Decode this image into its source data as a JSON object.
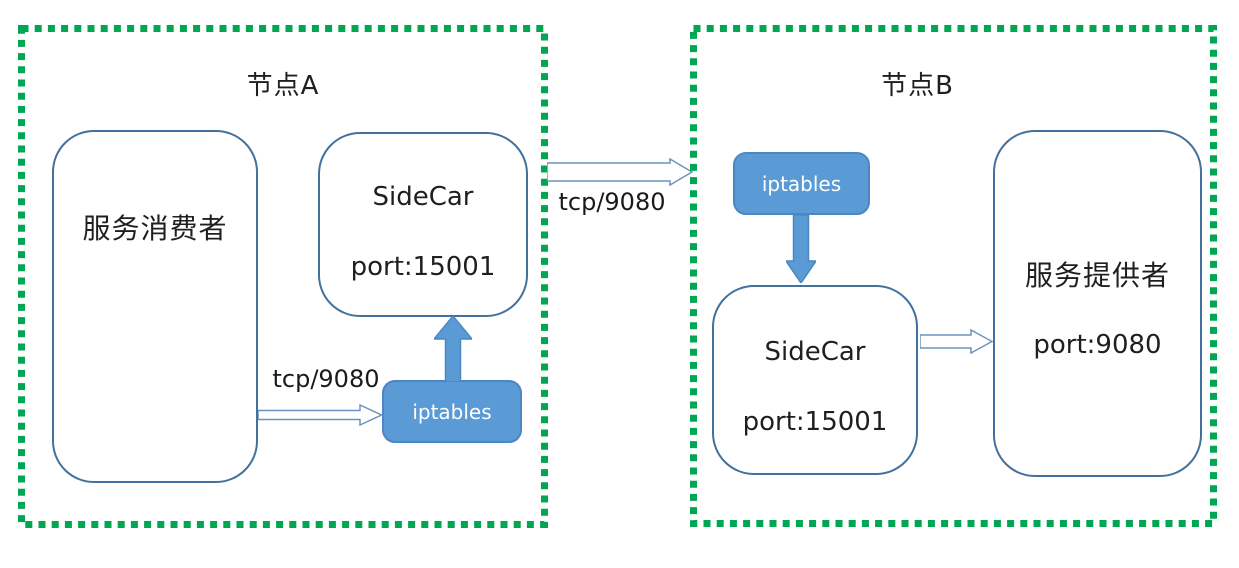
{
  "node_a": {
    "title": "节点A",
    "consumer_label": "服务消费者",
    "sidecar_line1": "SideCar",
    "sidecar_line2": "port:15001",
    "iptables_label": "iptables",
    "flow_label": "tcp/9080"
  },
  "link": {
    "flow_label": "tcp/9080"
  },
  "node_b": {
    "title": "节点B",
    "iptables_label": "iptables",
    "sidecar_line1": "SideCar",
    "sidecar_line2": "port:15001",
    "provider_line1": "服务提供者",
    "provider_line2": "port:9080"
  },
  "colors": {
    "node_dash_green": "#00A651",
    "box_border_blue": "#41719C",
    "fill_blue": "#5B9BD5",
    "hollow_arrow_outline": "#6B93BE",
    "text_dark": "#1f1f1f",
    "text_white": "#ffffff"
  }
}
